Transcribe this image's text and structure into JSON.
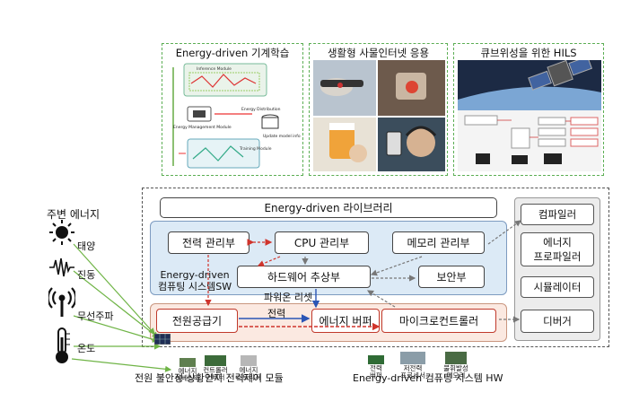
{
  "panels": {
    "ml": {
      "title": "Energy-driven 기계학습",
      "labels": {
        "inference": "Inference Module",
        "energy_mgmt": "Energy Management Module",
        "energy_dist": "Energy Distribution",
        "update": "Update model info",
        "training": "Training Module"
      }
    },
    "iot": {
      "title": "생활형 사물인터넷 응용"
    },
    "cubesat": {
      "title": "큐브위성을 위한 HILS"
    }
  },
  "ambient": {
    "heading": "주변 에너지",
    "items": [
      {
        "label": "태양",
        "icon": "sun-icon"
      },
      {
        "label": "진동",
        "icon": "vibration-icon"
      },
      {
        "label": "무선주파",
        "icon": "antenna-icon"
      },
      {
        "label": "온도",
        "icon": "thermometer-icon"
      }
    ]
  },
  "library": "Energy-driven 라이브러리",
  "sw": {
    "power_manager": "전력 관리부",
    "cpu_manager": "CPU 관리부",
    "memory_manager": "메모리 관리부",
    "hal": "하드웨어 추상부",
    "security": "보안부",
    "caption_line1": "Energy-driven",
    "caption_line2": "컴퓨팅 시스템SW"
  },
  "hw": {
    "power_supply": "전원공급기",
    "energy_buffer": "에너지 버퍼",
    "mcu": "마이크로컨트롤러",
    "power_label": "전력",
    "reset_label": "파워온 리셋"
  },
  "tools": [
    "컴파일러",
    "에너지\n프로파일러",
    "시뮬레이터",
    "디버거"
  ],
  "hw_parts_left": [
    "에너지\n하베스터",
    "컨트롤러\n컨버터",
    "에너지\n스토리지"
  ],
  "hw_parts_right": [
    "전력\n버퍼",
    "저전력\n프로세서",
    "불휘발성\n메모리"
  ],
  "captions": {
    "left": "전원 불안정 상황인지 전력제어 모듈",
    "right": "Energy-driven 컴퓨팅 시스템 HW"
  },
  "colors": {
    "green_arrow": "#6fb446",
    "red_arrow": "#d0342c",
    "blue_arrow": "#2b55b5",
    "sw_fill": "#dceaf6",
    "hw_fill": "#fbe9e1"
  }
}
